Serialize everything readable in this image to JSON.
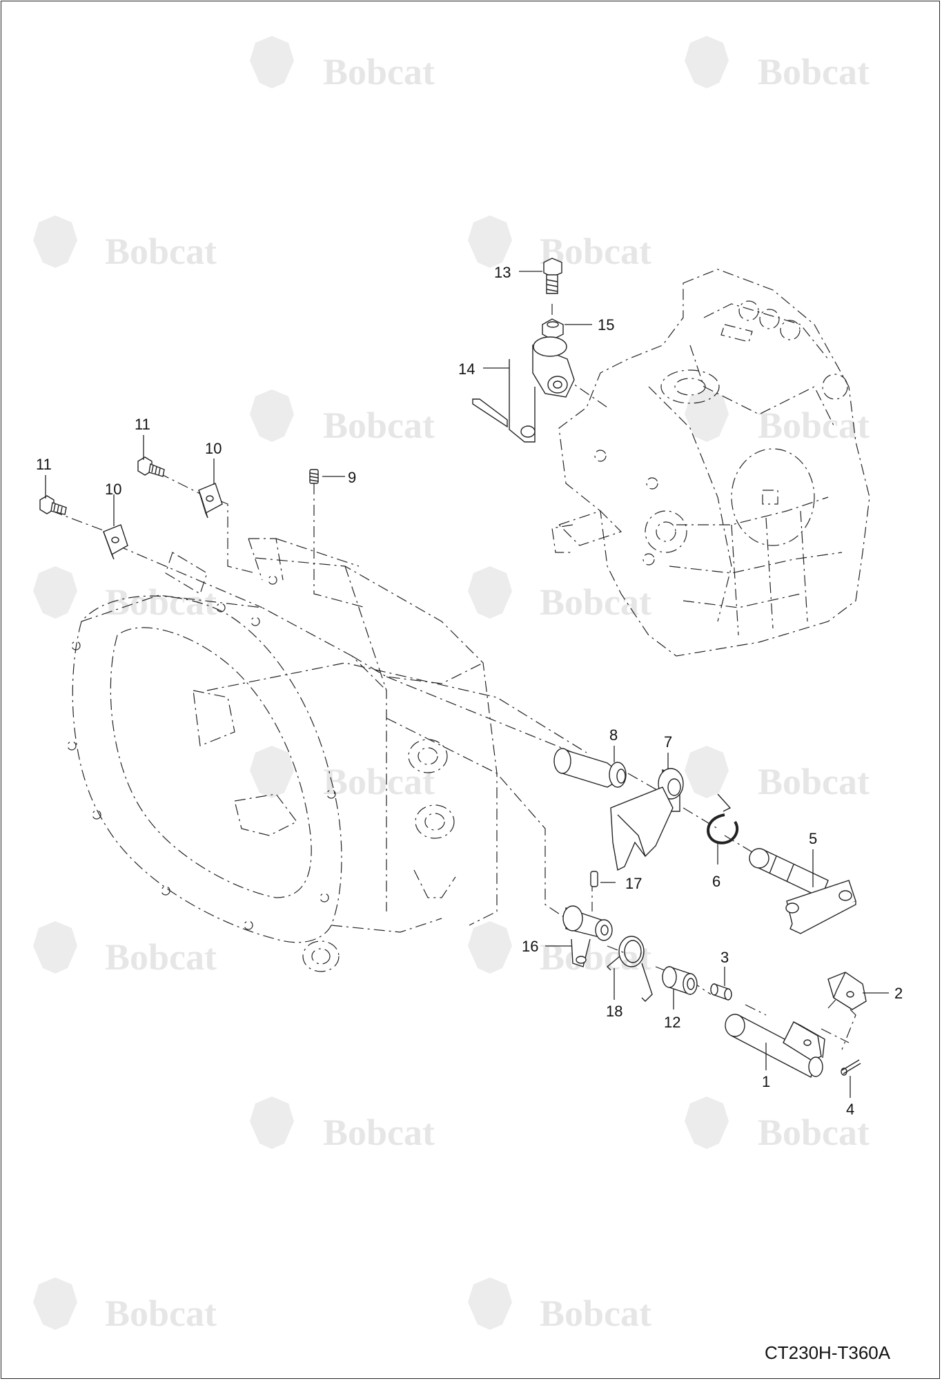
{
  "diagram_code": "CT230H-T360A",
  "watermark": {
    "brand_text": "Bobcat"
  },
  "callouts": {
    "c1": "1",
    "c2": "2",
    "c3": "3",
    "c4": "4",
    "c5": "5",
    "c6": "6",
    "c7": "7",
    "c8": "8",
    "c9": "9",
    "c10a": "10",
    "c10b": "10",
    "c11a": "11",
    "c11b": "11",
    "c12": "12",
    "c13": "13",
    "c14": "14",
    "c15": "15",
    "c16": "16",
    "c17": "17",
    "c18": "18"
  }
}
